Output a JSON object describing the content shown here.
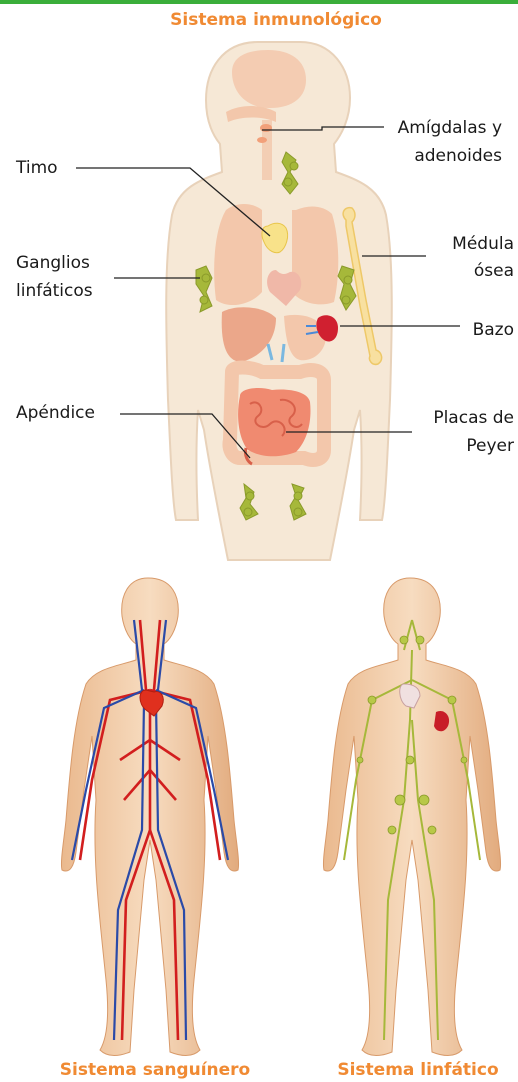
{
  "colors": {
    "accent_bar": "#3aae3a",
    "title": "#f08a33",
    "skin_light": "#f6e8d6",
    "skin_outline": "#e8d2ba",
    "organ": "#f3b89a",
    "lymph": "#a6b83a",
    "spleen": "#d02030",
    "leader": "#222222"
  },
  "top_diagram": {
    "title": "Sistema inmunológico",
    "labels": {
      "amigdalas_1": "Amígdalas y",
      "amigdalas_2": "adenoides",
      "timo": "Timo",
      "medula_1": "Médula",
      "medula_2": "ósea",
      "ganglios_1": "Ganglios",
      "ganglios_2": "linfáticos",
      "bazo": "Bazo",
      "apendice": "Apéndice",
      "peyer_1": "Placas de",
      "peyer_2": "Peyer"
    }
  },
  "bottom_figures": {
    "left_caption": "Sistema sanguínero",
    "right_caption": "Sistema linfático"
  }
}
